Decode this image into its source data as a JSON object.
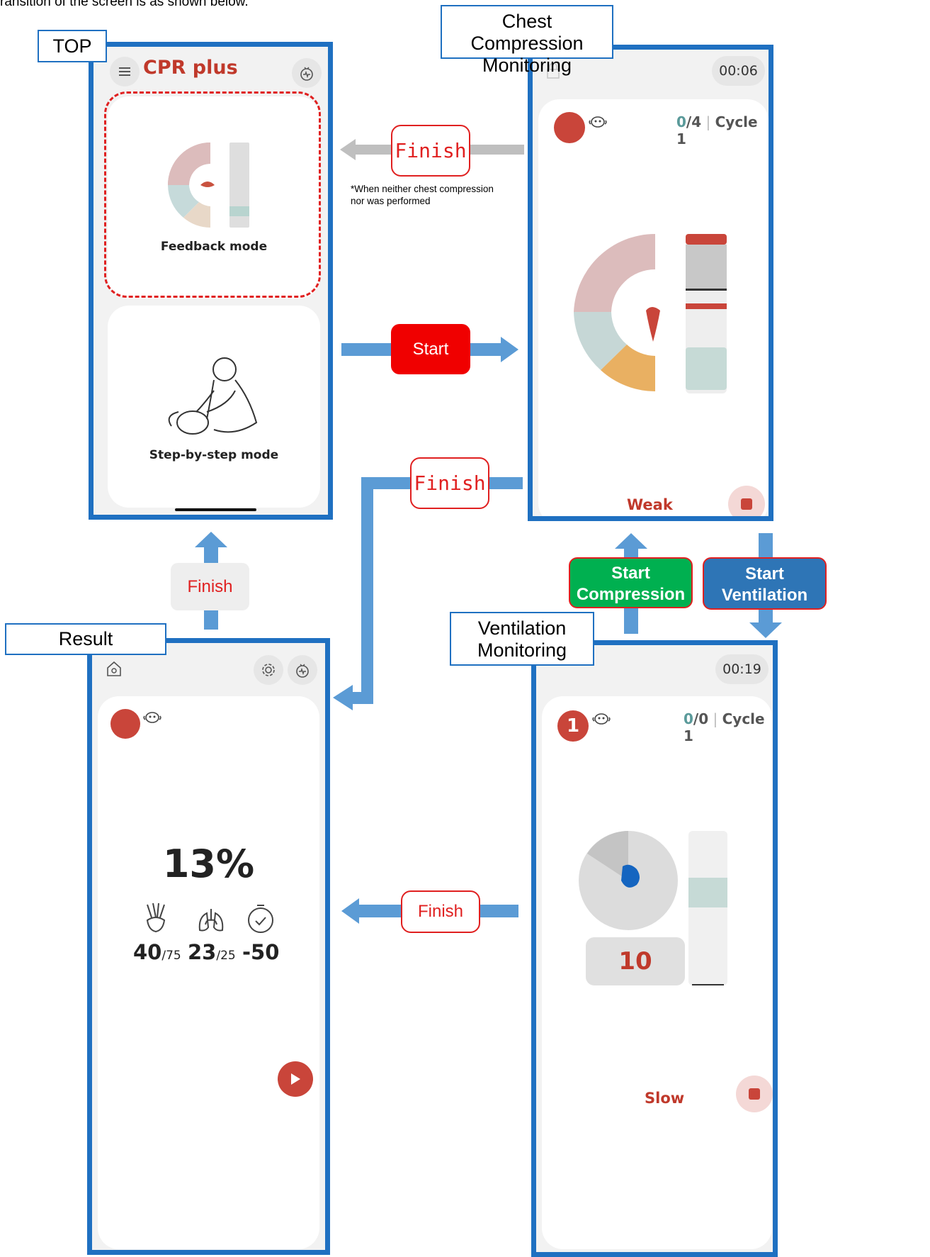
{
  "intro": "ransition of the screen is as shown below.",
  "labels": {
    "top": "TOP",
    "chest": "Chest Compression Monitoring",
    "result": "Result",
    "ventilation": "Ventilation Monitoring"
  },
  "top_screen": {
    "app_title": "CPR plus",
    "feedback_mode": "Feedback mode",
    "step_mode": "Step-by-step mode"
  },
  "chest_screen": {
    "timer": "00:06",
    "count_done": "0",
    "count_total": "/4",
    "cycle": "Cycle 1",
    "status": "Weak"
  },
  "ventilation_screen": {
    "timer": "00:19",
    "badge": "1",
    "count_done": "0",
    "count_total": "/0",
    "cycle": "Cycle 1",
    "value": "10",
    "status": "Slow"
  },
  "result_screen": {
    "score": "13%",
    "compressions": "40",
    "compressions_total": "/75",
    "ventilations": "23",
    "ventilations_total": "/25",
    "time_diff": "-50"
  },
  "transitions": {
    "finish_top": "Finish",
    "finish_note": "*When neither  chest compression nor was performed",
    "start": "Start",
    "finish_mid": "Finish",
    "finish_result": "Finish",
    "finish_vent": "Finish",
    "start_compression": "Start Compression",
    "start_ventilation": "Start Ventilation"
  },
  "colors": {
    "frame_blue": "#1f70c1",
    "arrow_blue": "#5b9bd5",
    "brand_red": "#c0392b",
    "start_red": "#f00000",
    "compression_green": "#00b050",
    "ventilation_blue": "#2e75b6"
  }
}
